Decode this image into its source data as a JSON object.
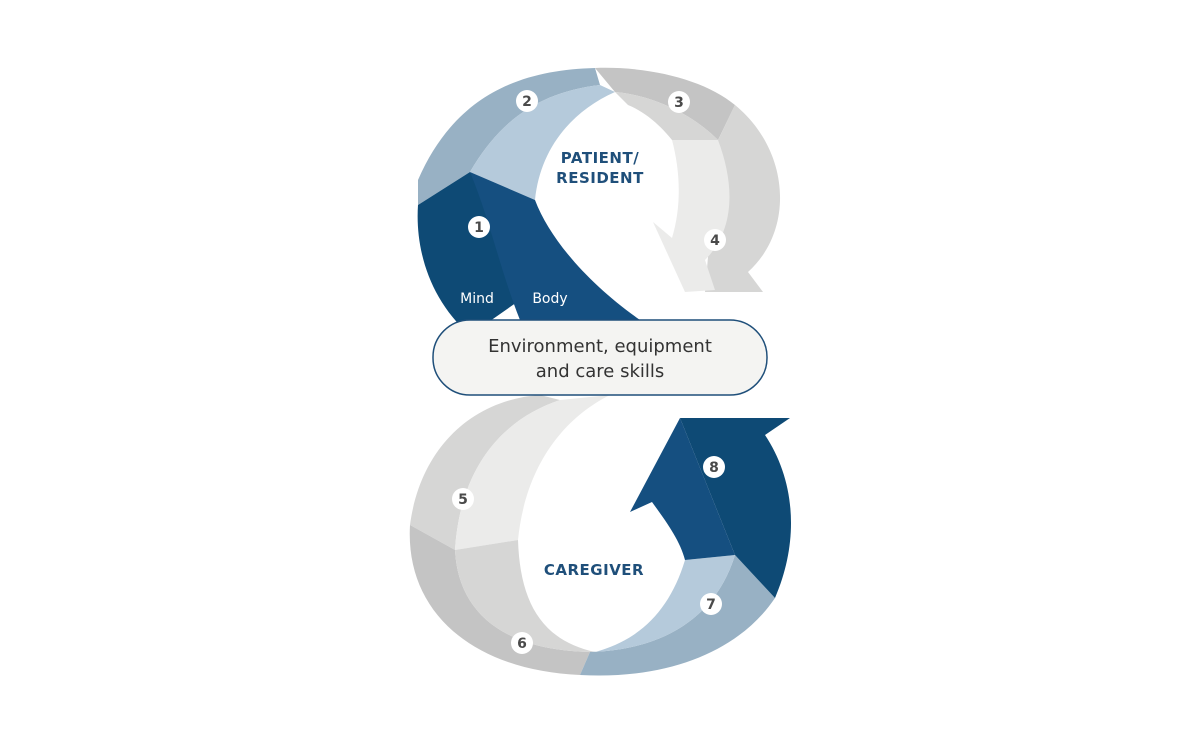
{
  "diagram": {
    "top_label_line1": "PATIENT/",
    "top_label_line2": "RESIDENT",
    "bottom_label": "CAREGIVER",
    "mind_label": "Mind",
    "body_label": "Body",
    "center_line1": "Environment, equipment",
    "center_line2": "and care skills",
    "steps": [
      "1",
      "2",
      "3",
      "4",
      "5",
      "6",
      "7",
      "8"
    ],
    "colors": {
      "dark_blue": "#0e4a75",
      "mid_blue": "#98b1c4",
      "light_blue": "#b5cadb",
      "gray_dark": "#c4c4c4",
      "gray_mid": "#d6d6d5",
      "gray_light": "#ebebea",
      "title": "#1f4f7a"
    }
  }
}
